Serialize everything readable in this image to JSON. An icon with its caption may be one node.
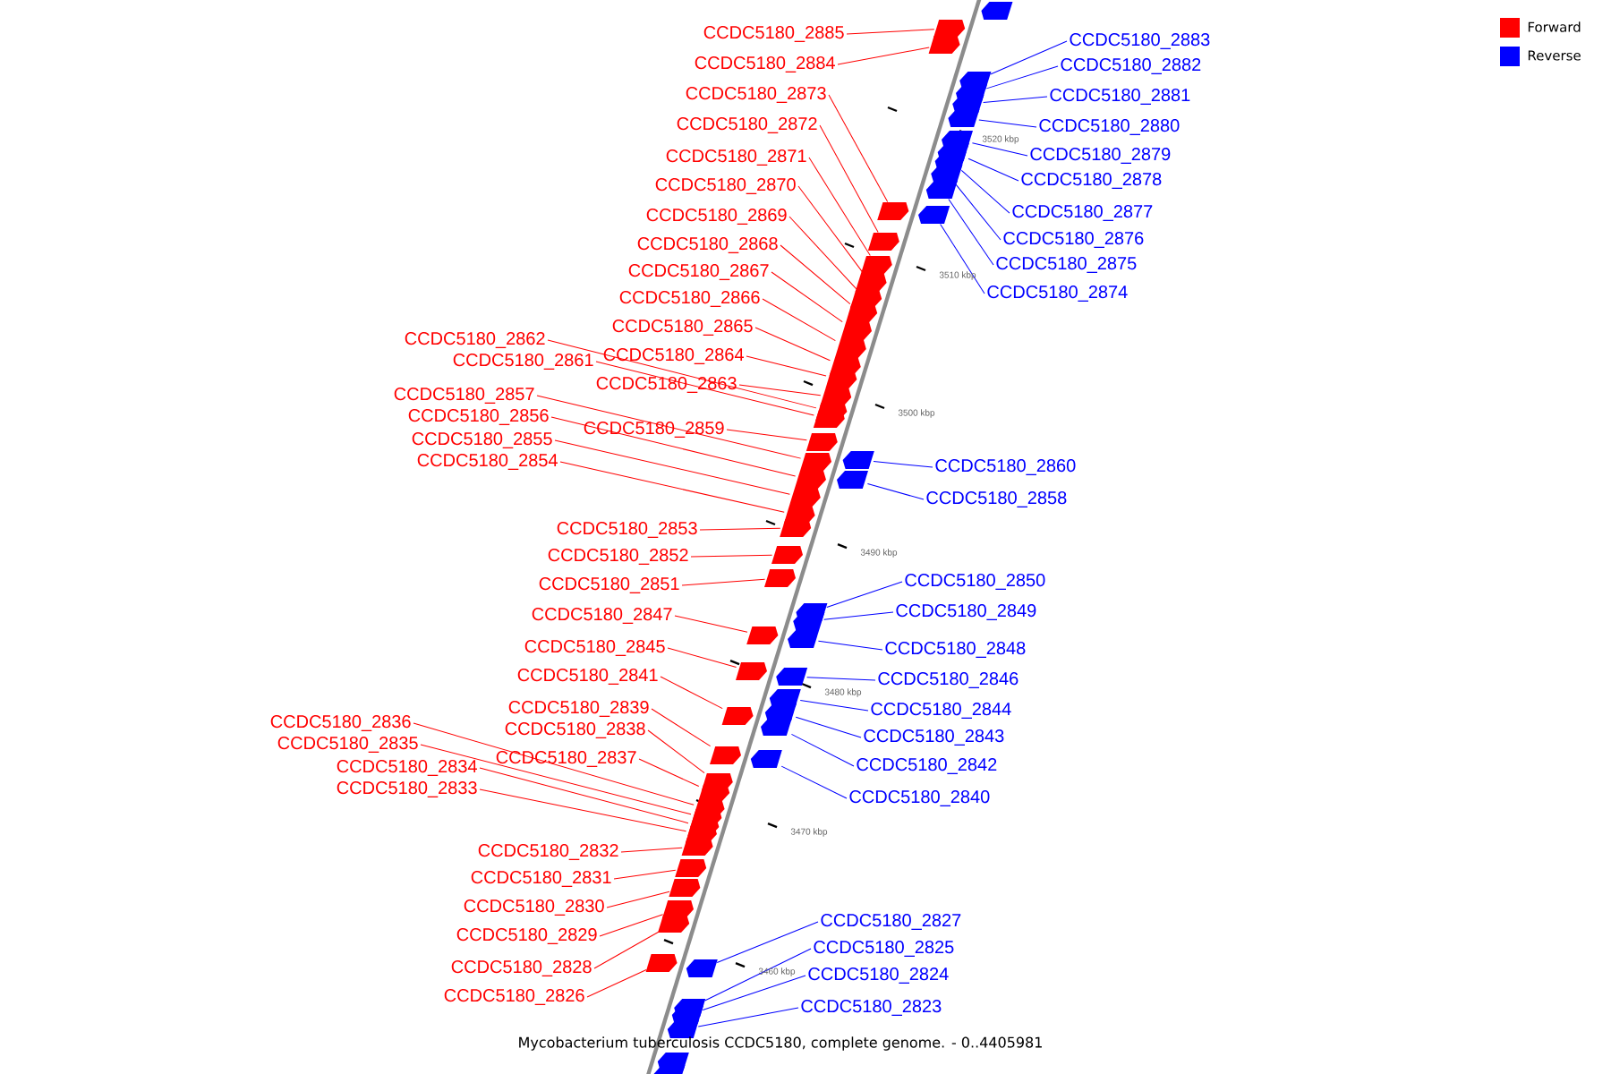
{
  "diagram": {
    "caption": "Mycobacterium tuberculosis CCDC5180, complete genome. - 0..4405981",
    "nodes": [
      {
        "text": [
          "CCDC5180_2885"
        ]
      },
      {
        "text": [
          "CCDC5180_2884"
        ]
      },
      {
        "text": [
          "CCDC5180_2873"
        ]
      },
      {
        "text": [
          "CCDC5180_2872"
        ]
      },
      {
        "text": [
          "CCDC5180_2871"
        ]
      },
      {
        "text": [
          "CCDC5180_2870"
        ]
      },
      {
        "text": [
          "CCDC5180_2869"
        ]
      },
      {
        "text": [
          "CCDC5180_2868"
        ]
      },
      {
        "text": [
          "CCDC5180_2867"
        ]
      },
      {
        "text": [
          "CCDC5180_2866"
        ]
      },
      {
        "text": [
          "CCDC5180_2865"
        ]
      },
      {
        "text": [
          "CCDC5180_2862"
        ]
      },
      {
        "text": [
          "CCDC5180_2864"
        ]
      },
      {
        "text": [
          "CCDC5180_2861"
        ]
      },
      {
        "text": [
          "CCDC5180_2863"
        ]
      },
      {
        "text": [
          "CCDC5180_2857"
        ]
      },
      {
        "text": [
          "CCDC5180_2856"
        ]
      },
      {
        "text": [
          "CCDC5180_2859"
        ]
      },
      {
        "text": [
          "CCDC5180_2855"
        ]
      },
      {
        "text": [
          "CCDC5180_2854"
        ]
      },
      {
        "text": [
          "CCDC5180_2853"
        ]
      },
      {
        "text": [
          "CCDC5180_2852"
        ]
      },
      {
        "text": [
          "CCDC5180_2851"
        ]
      },
      {
        "text": [
          "CCDC5180_2847"
        ]
      },
      {
        "text": [
          "CCDC5180_2845"
        ]
      },
      {
        "text": [
          "CCDC5180_2841"
        ]
      },
      {
        "text": [
          "CCDC5180_2839"
        ]
      },
      {
        "text": [
          "CCDC5180_2836"
        ]
      },
      {
        "text": [
          "CCDC5180_2838"
        ]
      },
      {
        "text": [
          "CCDC5180_2835"
        ]
      },
      {
        "text": [
          "CCDC5180_2837"
        ]
      },
      {
        "text": [
          "CCDC5180_2834"
        ]
      },
      {
        "text": [
          "CCDC5180_2833"
        ]
      },
      {
        "text": [
          "CCDC5180_2832"
        ]
      },
      {
        "text": [
          "CCDC5180_2831"
        ]
      },
      {
        "text": [
          "CCDC5180_2830"
        ]
      },
      {
        "text": [
          "CCDC5180_2829"
        ]
      },
      {
        "text": [
          "CCDC5180_2828"
        ]
      },
      {
        "text": [
          "CCDC5180_2826"
        ]
      },
      {
        "text": [
          "CCDC5180_2883"
        ]
      },
      {
        "text": [
          "CCDC5180_2882"
        ]
      },
      {
        "text": [
          "CCDC5180_2881"
        ]
      },
      {
        "text": [
          "CCDC5180_2880"
        ]
      },
      {
        "text": [
          "CCDC5180_2879"
        ]
      },
      {
        "text": [
          "CCDC5180_2878"
        ]
      },
      {
        "text": [
          "CCDC5180_2877"
        ]
      },
      {
        "text": [
          "CCDC5180_2876"
        ]
      },
      {
        "text": [
          "CCDC5180_2875"
        ]
      },
      {
        "text": [
          "CCDC5180_2874"
        ]
      },
      {
        "text": [
          "CCDC5180_2860"
        ]
      },
      {
        "text": [
          "CCDC5180_2858"
        ]
      },
      {
        "text": [
          "CCDC5180_2850"
        ]
      },
      {
        "text": [
          "CCDC5180_2849"
        ]
      },
      {
        "text": [
          "CCDC5180_2848"
        ]
      },
      {
        "text": [
          "CCDC5180_2846"
        ]
      },
      {
        "text": [
          "CCDC5180_2844"
        ]
      },
      {
        "text": [
          "CCDC5180_2843"
        ]
      },
      {
        "text": [
          "CCDC5180_2842"
        ]
      },
      {
        "text": [
          "CCDC5180_2840"
        ]
      },
      {
        "text": [
          "CCDC5180_2827"
        ]
      },
      {
        "text": [
          "CCDC5180_2825"
        ]
      },
      {
        "text": [
          "CCDC5180_2824"
        ]
      },
      {
        "text": [
          "CCDC5180_2823"
        ]
      },
      {
        "text": [],
        "shape": "box"
      },
      {
        "text": [],
        "shape": "box"
      },
      {
        "text": [],
        "shape": "box"
      },
      {
        "text": [],
        "shape": "box"
      },
      {
        "text": [],
        "shape": "box"
      },
      {
        "text": [],
        "shape": "box"
      },
      {
        "text": [],
        "shape": "box"
      },
      {
        "text": [],
        "shape": "box"
      },
      {
        "text": [],
        "shape": "box"
      },
      {
        "text": [],
        "shape": "box"
      },
      {
        "text": [],
        "shape": "box"
      },
      {
        "text": [],
        "shape": "box"
      },
      {
        "text": [],
        "shape": "box"
      },
      {
        "text": [],
        "shape": "box"
      },
      {
        "text": [],
        "shape": "box"
      },
      {
        "text": [],
        "shape": "box"
      },
      {
        "text": [],
        "shape": "box"
      },
      {
        "text": [],
        "shape": "box"
      },
      {
        "text": [],
        "shape": "box"
      },
      {
        "text": [],
        "shape": "box"
      },
      {
        "text": [],
        "shape": "box"
      },
      {
        "text": [],
        "shape": "box"
      },
      {
        "text": [],
        "shape": "box"
      },
      {
        "text": [],
        "shape": "box"
      },
      {
        "text": [],
        "shape": "box"
      },
      {
        "text": [],
        "shape": "box"
      },
      {
        "text": [],
        "shape": "box"
      },
      {
        "text": [],
        "shape": "box"
      },
      {
        "text": [],
        "shape": "box"
      },
      {
        "text": [],
        "shape": "box"
      },
      {
        "text": [],
        "shape": "box"
      },
      {
        "text": [],
        "shape": "box"
      },
      {
        "text": [],
        "shape": "box"
      },
      {
        "text": [],
        "shape": "box"
      },
      {
        "text": [],
        "shape": "box"
      },
      {
        "text": [],
        "shape": "box"
      },
      {
        "text": [],
        "shape": "box"
      },
      {
        "text": [],
        "shape": "box"
      },
      {
        "text": [],
        "shape": "box"
      },
      {
        "text": [],
        "shape": "box"
      },
      {
        "text": [],
        "shape": "box"
      },
      {
        "text": [],
        "shape": "box"
      },
      {
        "text": [],
        "shape": "box"
      },
      {
        "text": [],
        "shape": "box"
      },
      {
        "text": [],
        "shape": "box"
      },
      {
        "text": [],
        "shape": "box"
      },
      {
        "text": [],
        "shape": "box"
      },
      {
        "text": [],
        "shape": "box"
      },
      {
        "text": [],
        "shape": "box"
      },
      {
        "text": [],
        "shape": "box"
      },
      {
        "text": [],
        "shape": "box"
      },
      {
        "text": [],
        "shape": "box"
      },
      {
        "text": [],
        "shape": "box"
      },
      {
        "text": [],
        "shape": "box"
      },
      {
        "text": [],
        "shape": "box"
      },
      {
        "text": [],
        "shape": "box"
      },
      {
        "text": [],
        "shape": "box"
      },
      {
        "text": [],
        "shape": "box"
      },
      {
        "text": [],
        "shape": "box"
      },
      {
        "text": [],
        "shape": "box"
      },
      {
        "text": [],
        "shape": "box"
      },
      {
        "text": [],
        "shape": "box"
      },
      {
        "text": [],
        "shape": "box"
      },
      {
        "text": [],
        "shape": "box"
      },
      {
        "text": [],
        "shape": "box"
      },
      {
        "text": [],
        "shape": "box"
      }
    ],
    "edges": [
      {
        "from": 0,
        "to": 63,
        "arrow": "none"
      },
      {
        "from": 1,
        "to": 64,
        "arrow": "none"
      },
      {
        "from": 2,
        "to": 65,
        "arrow": "none"
      },
      {
        "from": 3,
        "to": 66,
        "arrow": "none"
      },
      {
        "from": 4,
        "to": 67,
        "arrow": "none"
      },
      {
        "from": 5,
        "to": 68,
        "arrow": "none"
      },
      {
        "from": 6,
        "to": 69,
        "arrow": "none"
      },
      {
        "from": 7,
        "to": 70,
        "arrow": "none"
      },
      {
        "from": 8,
        "to": 71,
        "arrow": "none"
      },
      {
        "from": 9,
        "to": 72,
        "arrow": "none"
      },
      {
        "from": 10,
        "to": 73,
        "arrow": "none"
      },
      {
        "from": 11,
        "to": 74,
        "arrow": "none"
      },
      {
        "from": 12,
        "to": 75,
        "arrow": "none"
      },
      {
        "from": 13,
        "to": 76,
        "arrow": "none"
      },
      {
        "from": 14,
        "to": 77,
        "arrow": "none"
      },
      {
        "from": 15,
        "to": 78,
        "arrow": "none"
      },
      {
        "from": 16,
        "to": 79,
        "arrow": "none"
      },
      {
        "from": 17,
        "to": 80,
        "arrow": "none"
      },
      {
        "from": 18,
        "to": 81,
        "arrow": "none"
      },
      {
        "from": 19,
        "to": 82,
        "arrow": "none"
      },
      {
        "from": 20,
        "to": 83,
        "arrow": "none"
      },
      {
        "from": 21,
        "to": 84,
        "arrow": "none"
      },
      {
        "from": 22,
        "to": 85,
        "arrow": "none"
      },
      {
        "from": 23,
        "to": 86,
        "arrow": "none"
      },
      {
        "from": 24,
        "to": 87,
        "arrow": "none"
      },
      {
        "from": 25,
        "to": 88,
        "arrow": "none"
      },
      {
        "from": 26,
        "to": 89,
        "arrow": "none"
      },
      {
        "from": 27,
        "to": 90,
        "arrow": "none"
      },
      {
        "from": 28,
        "to": 91,
        "arrow": "none"
      },
      {
        "from": 29,
        "to": 92,
        "arrow": "none"
      },
      {
        "from": 30,
        "to": 93,
        "arrow": "none"
      },
      {
        "from": 31,
        "to": 94,
        "arrow": "none"
      },
      {
        "from": 32,
        "to": 95,
        "arrow": "none"
      },
      {
        "from": 33,
        "to": 96,
        "arrow": "none"
      },
      {
        "from": 34,
        "to": 97,
        "arrow": "none"
      },
      {
        "from": 35,
        "to": 98,
        "arrow": "none"
      },
      {
        "from": 36,
        "to": 99,
        "arrow": "none"
      },
      {
        "from": 37,
        "to": 100,
        "arrow": "none"
      },
      {
        "from": 38,
        "to": 101,
        "arrow": "none"
      },
      {
        "from": 39,
        "to": 102,
        "arrow": "none",
        "color": "#0000ff"
      },
      {
        "from": 40,
        "to": 103,
        "arrow": "none",
        "color": "#0000ff"
      },
      {
        "from": 41,
        "to": 104,
        "arrow": "none",
        "color": "#0000ff"
      },
      {
        "from": 42,
        "to": 105,
        "arrow": "none",
        "color": "#0000ff"
      },
      {
        "from": 43,
        "to": 106,
        "arrow": "none",
        "color": "#0000ff"
      },
      {
        "from": 44,
        "to": 107,
        "arrow": "none",
        "color": "#0000ff"
      },
      {
        "from": 45,
        "to": 108,
        "arrow": "none",
        "color": "#0000ff"
      },
      {
        "from": 46,
        "to": 109,
        "arrow": "none",
        "color": "#0000ff"
      },
      {
        "from": 47,
        "to": 110,
        "arrow": "none",
        "color": "#0000ff"
      },
      {
        "from": 48,
        "to": 111,
        "arrow": "none",
        "color": "#0000ff"
      },
      {
        "from": 49,
        "to": 112,
        "arrow": "none",
        "color": "#0000ff"
      },
      {
        "from": 50,
        "to": 113,
        "arrow": "none",
        "color": "#0000ff"
      },
      {
        "from": 51,
        "to": 114,
        "arrow": "none",
        "color": "#0000ff"
      },
      {
        "from": 52,
        "to": 115,
        "arrow": "none",
        "color": "#0000ff"
      },
      {
        "from": 53,
        "to": 116,
        "arrow": "none",
        "color": "#0000ff"
      },
      {
        "from": 54,
        "to": 117,
        "arrow": "none",
        "color": "#0000ff"
      },
      {
        "from": 55,
        "to": 118,
        "arrow": "none",
        "color": "#0000ff"
      },
      {
        "from": 56,
        "to": 119,
        "arrow": "none",
        "color": "#0000ff"
      },
      {
        "from": 57,
        "to": 120,
        "arrow": "none",
        "color": "#0000ff"
      },
      {
        "from": 58,
        "to": 121,
        "arrow": "none",
        "color": "#0000ff"
      },
      {
        "from": 59,
        "to": 122,
        "arrow": "none",
        "color": "#0000ff"
      },
      {
        "from": 60,
        "to": 123,
        "arrow": "none",
        "color": "#0000ff"
      },
      {
        "from": 61,
        "to": 124,
        "arrow": "none",
        "color": "#0000ff"
      },
      {
        "from": 62,
        "to": 125,
        "arrow": "none",
        "color": "#0000ff"
      }
    ],
    "labels": [
      "3520 kbp",
      "3510 kbp",
      "3500 kbp",
      "3490 kbp",
      "3480 kbp",
      "3470 kbp",
      "3460 kbp"
    ],
    "legend": [
      {
        "text": "Forward",
        "color": "#ff0000"
      },
      {
        "text": "Reverse",
        "color": "#0000ff"
      }
    ]
  }
}
